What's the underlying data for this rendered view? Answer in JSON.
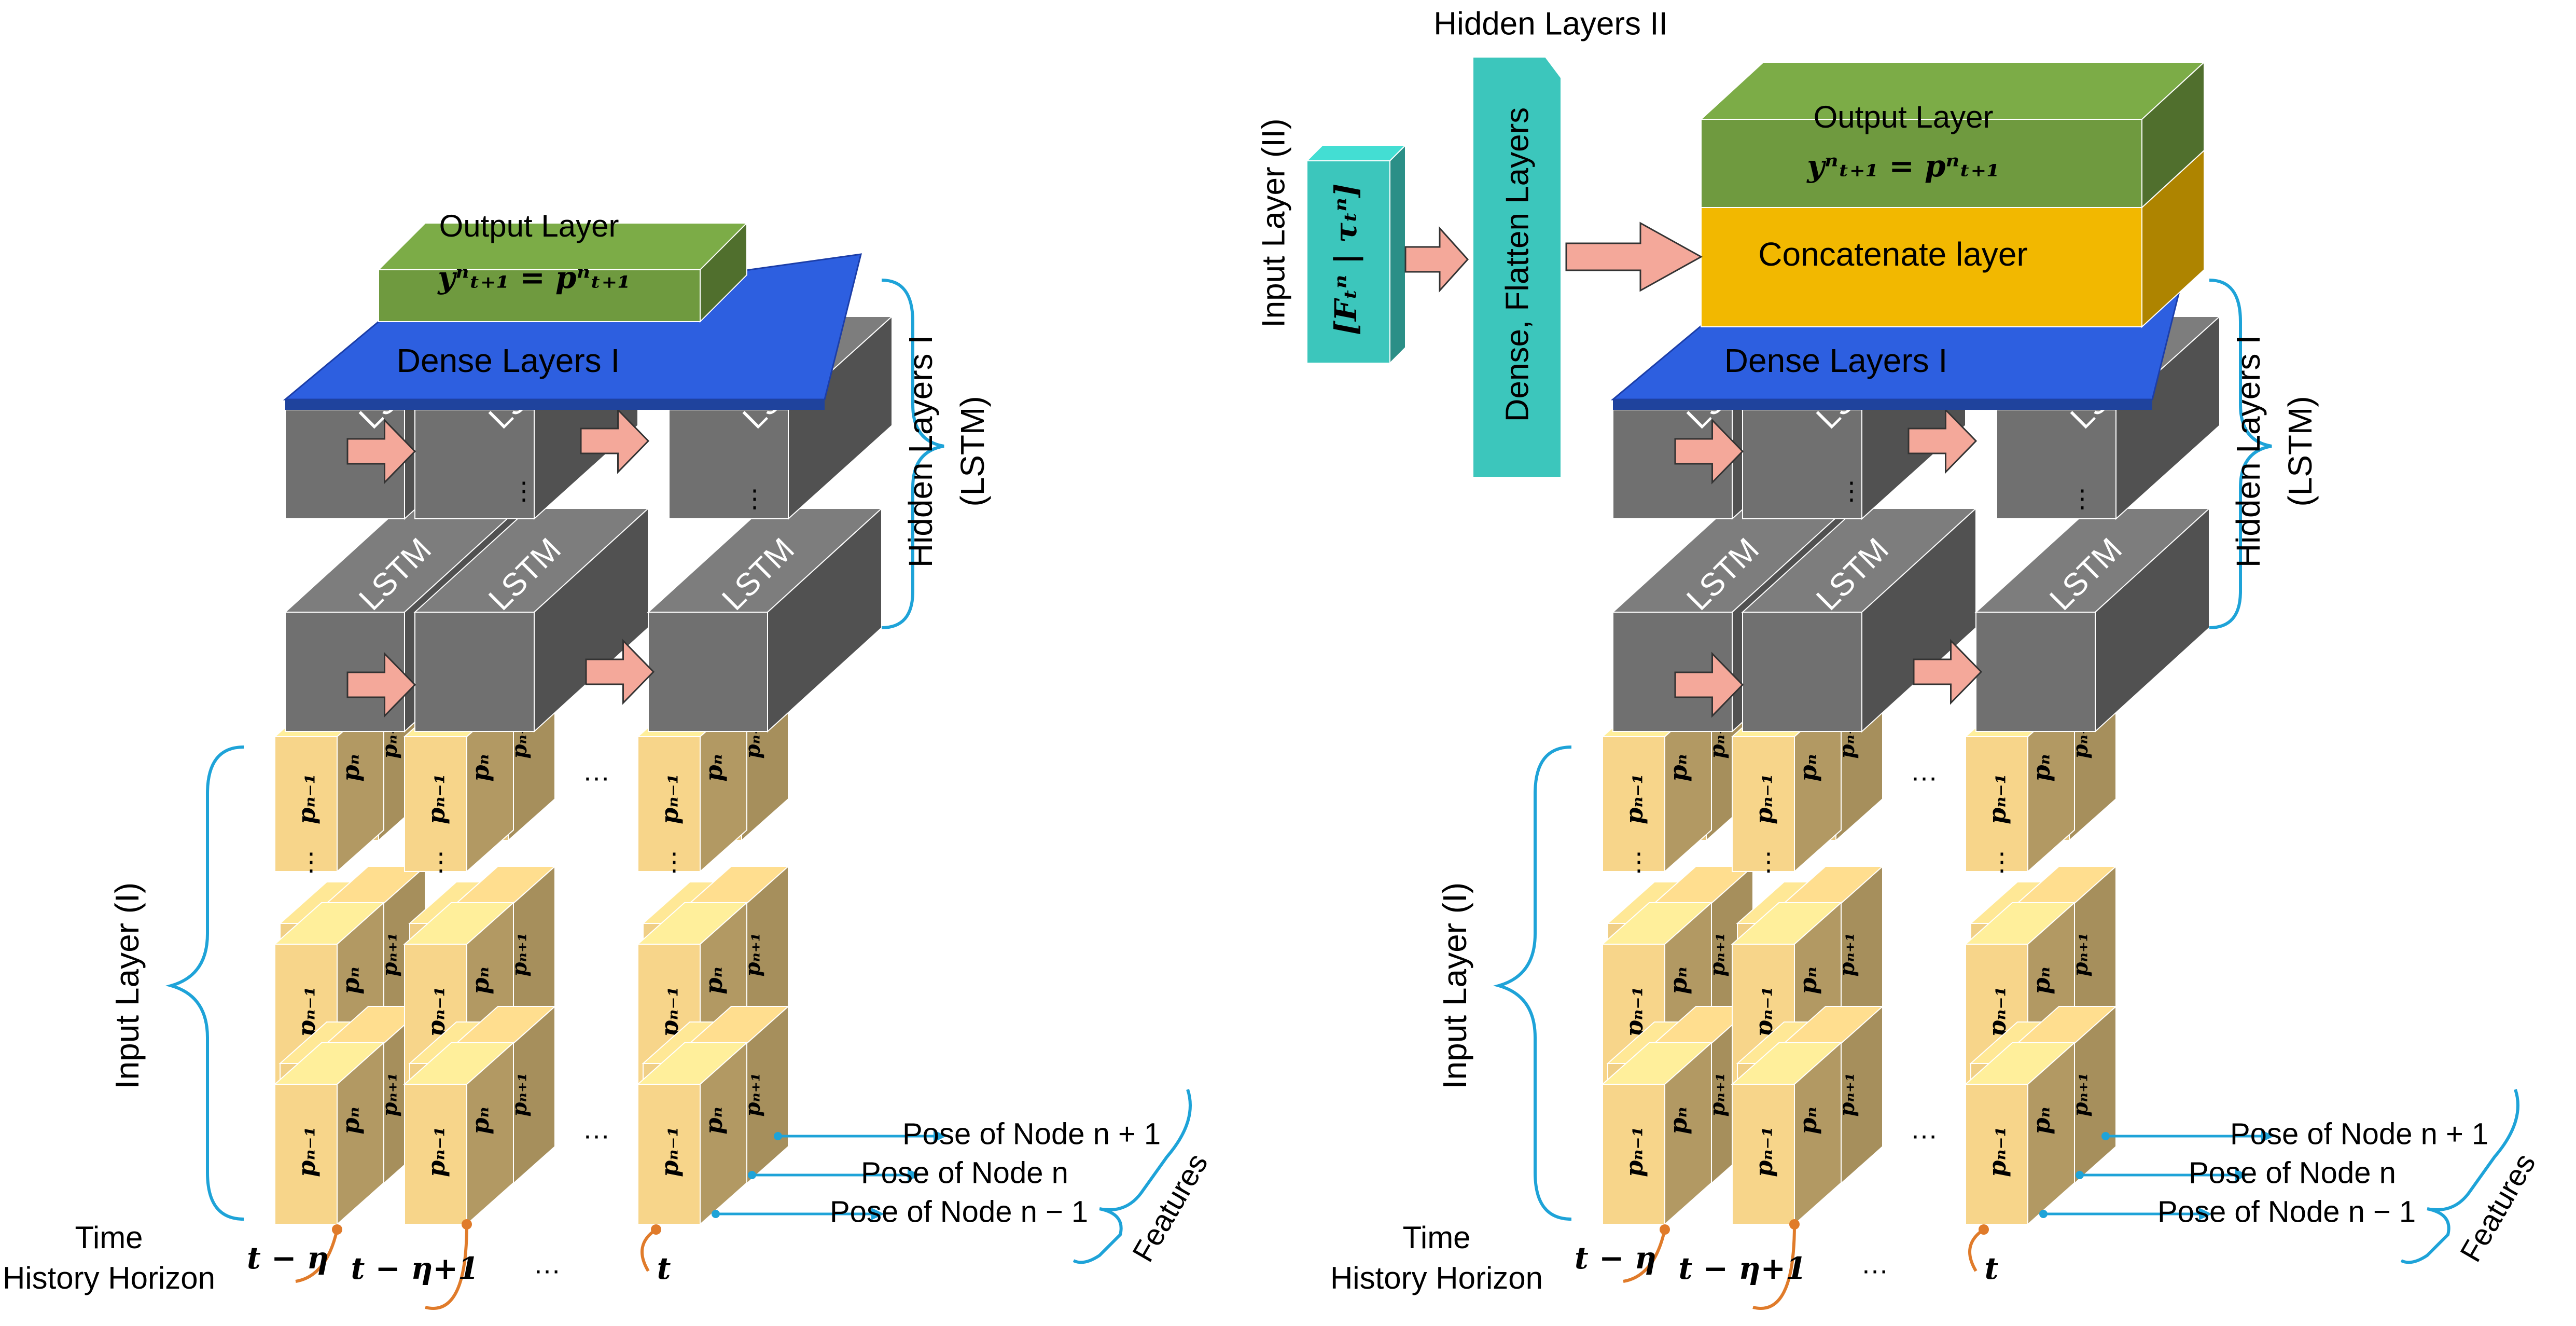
{
  "labels": {
    "hidden_layers_2": "Hidden Layers II",
    "input_layer_2": "Input Layer (II)",
    "input_layer_2_math": "[Fₜⁿ | τₜⁿ]",
    "dense_flatten": "Dense, Flatten Layers",
    "output_layer": "Output Layer",
    "output_eq": "yⁿₜ₊₁ = pⁿₜ₊₁",
    "concatenate": "Concatenate layer",
    "dense_layers_1": "Dense Layers I",
    "lstm": "LSTM",
    "hidden_layers_1_line1": "Hidden Layers I",
    "hidden_layers_1_line2": "(LSTM)",
    "input_layer_1": "Input Layer (I)",
    "p_prev": "pₙ₋₁",
    "p_cur": "pₙ",
    "p_next": "pₙ₊₁",
    "pose_next": "Pose of Node n + 1",
    "pose_cur": "Pose of Node n",
    "pose_prev": "Pose of Node n − 1",
    "features": "Features",
    "time_line1": "Time",
    "time_line2": "History Horizon",
    "t_minus_eta": "t − η",
    "t_minus_eta_plus_1": "t − η+1",
    "t": "t",
    "ellipsis": "…",
    "vellipsis": "⋮"
  },
  "colors": {
    "output_green": "#6f9a3f",
    "dense_blue": "#2d5fe0",
    "concat_yellow": "#f2b800",
    "lstm_gray": "#707070",
    "input_peach": "#f7d58a",
    "arrow_salmon": "#f4a89a",
    "teal": "#3cc6bc",
    "bracket_blue": "#1ea3d8",
    "curve_orange": "#e07b2a"
  }
}
